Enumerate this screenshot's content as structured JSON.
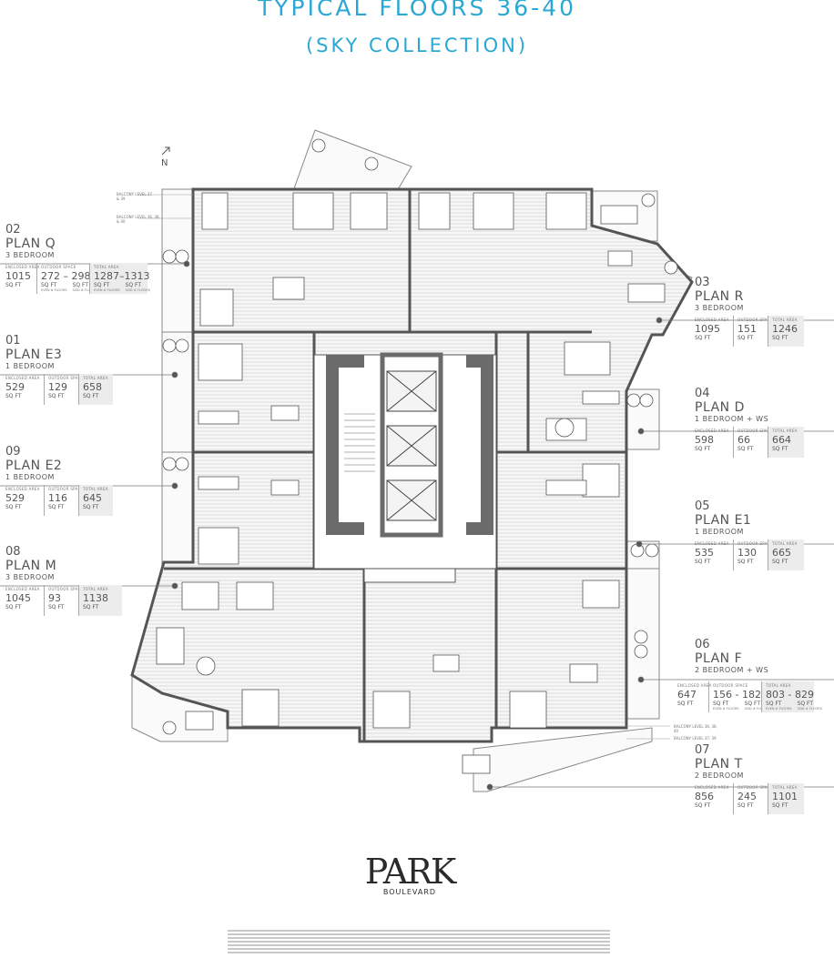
{
  "title": "TYPICAL FLOORS 36-40",
  "subtitle": "(SKY COLLECTION)",
  "north_label": "N",
  "balcony_labels": {
    "top_a": "BALCONY LEVEL 37 & 39",
    "top_b": "BALCONY LEVEL 36, 38, & 40",
    "bottom_a": "BALCONY LEVEL 36, 38, 40",
    "bottom_b": "BALCONY LEVEL 37, 39"
  },
  "labels": {
    "enclosed": "ENCLOSED AREA",
    "outdoor": "OUTDOOR SPACE",
    "total": "TOTAL AREA",
    "sqft": "SQ FT",
    "even": "EVEN # FLOORS",
    "odd": "ODD # FLOORS"
  },
  "plans": {
    "q": {
      "num": "02",
      "name": "PLAN Q",
      "beds": "3 BEDROOM",
      "enclosed": "1015",
      "outdoor": "272 – 298",
      "total": "1287–1313"
    },
    "e3": {
      "num": "01",
      "name": "PLAN E3",
      "beds": "1 BEDROOM",
      "enclosed": "529",
      "outdoor": "129",
      "total": "658"
    },
    "e2": {
      "num": "09",
      "name": "PLAN E2",
      "beds": "1 BEDROOM",
      "enclosed": "529",
      "outdoor": "116",
      "total": "645"
    },
    "m": {
      "num": "08",
      "name": "PLAN M",
      "beds": "3 BEDROOM",
      "enclosed": "1045",
      "outdoor": "93",
      "total": "1138"
    },
    "r": {
      "num": "03",
      "name": "PLAN R",
      "beds": "3 BEDROOM",
      "enclosed": "1095",
      "outdoor": "151",
      "total": "1246"
    },
    "d": {
      "num": "04",
      "name": "PLAN D",
      "beds": "1 BEDROOM + WS",
      "enclosed": "598",
      "outdoor": "66",
      "total": "664"
    },
    "e1": {
      "num": "05",
      "name": "PLAN E1",
      "beds": "1 BEDROOM",
      "enclosed": "535",
      "outdoor": "130",
      "total": "665"
    },
    "f": {
      "num": "06",
      "name": "PLAN F",
      "beds": "2 BEDROOM + WS",
      "enclosed": "647",
      "outdoor": "156 - 182",
      "total": "803 - 829"
    },
    "t": {
      "num": "07",
      "name": "PLAN T",
      "beds": "2 BEDROOM",
      "enclosed": "856",
      "outdoor": "245",
      "total": "1101"
    }
  },
  "logo": {
    "main": "PARK",
    "sub": "BOULEVARD"
  },
  "colors": {
    "title": "#2aa8d4",
    "wall": "#6b6b6b",
    "floor": "#d8d8d8",
    "text": "#555555"
  }
}
